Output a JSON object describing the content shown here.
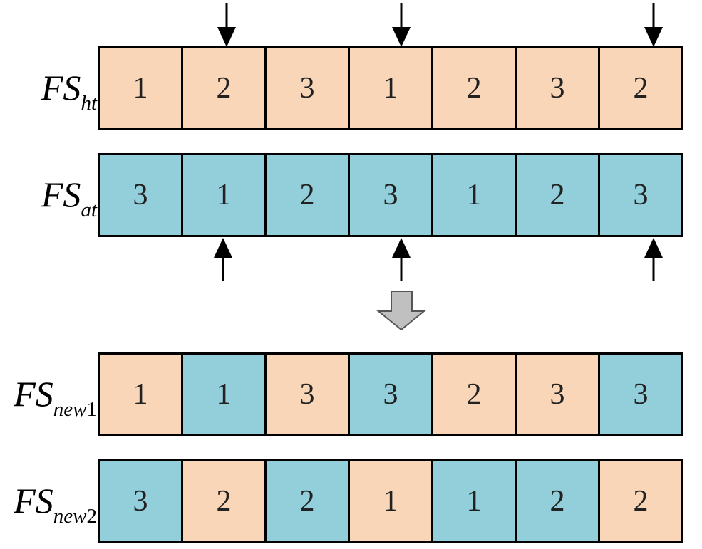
{
  "colors": {
    "orange": "#fad6b9",
    "blue": "#93cfda",
    "line": "#000000",
    "big_arrow": "#c0c0c0"
  },
  "rows": [
    {
      "label_main": "FS",
      "label_sub": "ht",
      "label_sub_num": "",
      "cells": [
        "1",
        "2",
        "3",
        "1",
        "2",
        "3",
        "2"
      ],
      "colors": [
        "o",
        "o",
        "o",
        "o",
        "o",
        "o",
        "o"
      ]
    },
    {
      "label_main": "FS",
      "label_sub": "at",
      "label_sub_num": "",
      "cells": [
        "3",
        "1",
        "2",
        "3",
        "1",
        "2",
        "3"
      ],
      "colors": [
        "b",
        "b",
        "b",
        "b",
        "b",
        "b",
        "b"
      ]
    },
    {
      "label_main": "FS",
      "label_sub": "new",
      "label_sub_num": "1",
      "cells": [
        "1",
        "1",
        "3",
        "3",
        "2",
        "3",
        "3"
      ],
      "colors": [
        "o",
        "b",
        "o",
        "b",
        "o",
        "o",
        "b"
      ]
    },
    {
      "label_main": "FS",
      "label_sub": "new",
      "label_sub_num": "2",
      "cells": [
        "3",
        "2",
        "2",
        "1",
        "1",
        "2",
        "2"
      ],
      "colors": [
        "b",
        "o",
        "b",
        "o",
        "b",
        "b",
        "o"
      ]
    }
  ],
  "crossover_points": [
    1,
    3,
    6
  ]
}
